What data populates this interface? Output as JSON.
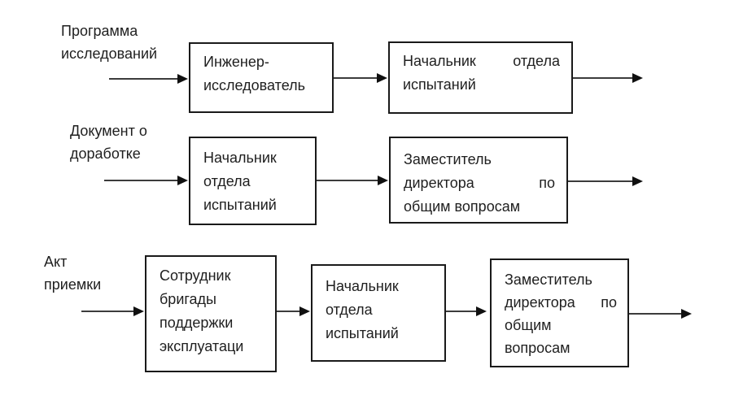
{
  "colors": {
    "background": "#ffffff",
    "ink": "#1f1f1f",
    "box_border": "#1a1a1a",
    "arrow_line": "#3c3c3c",
    "arrow_head": "#101010"
  },
  "flow1": {
    "label_line1": "Программа",
    "label_line2": "исследований",
    "box1_line1": "Инженер-",
    "box1_line2": "исследователь",
    "box2_line1_left": "Начальник",
    "box2_line1_right": "отдела",
    "box2_line2": "испытаний"
  },
  "flow2": {
    "label_line1": "Документ о",
    "label_line2": "доработке",
    "box1_line1": "Начальник",
    "box1_line2": "отдела",
    "box1_line3": "испытаний",
    "box2_line1": "Заместитель",
    "box2_line2_left": "директора",
    "box2_line2_right": "по",
    "box2_line3": "общим вопросам"
  },
  "flow3": {
    "label_line1": "Акт",
    "label_line2": "приемки",
    "box1_line1": "Сотрудник",
    "box1_line2": "бригады",
    "box1_line3": "поддержки",
    "box1_line4": "эксплуатаци",
    "box2_line1": "Начальник",
    "box2_line2": "отдела",
    "box2_line3": "испытаний",
    "box3_line1": "Заместитель",
    "box3_line2_left": "директора",
    "box3_line2_right": "по",
    "box3_line3": "общим",
    "box3_line4": "вопросам"
  }
}
